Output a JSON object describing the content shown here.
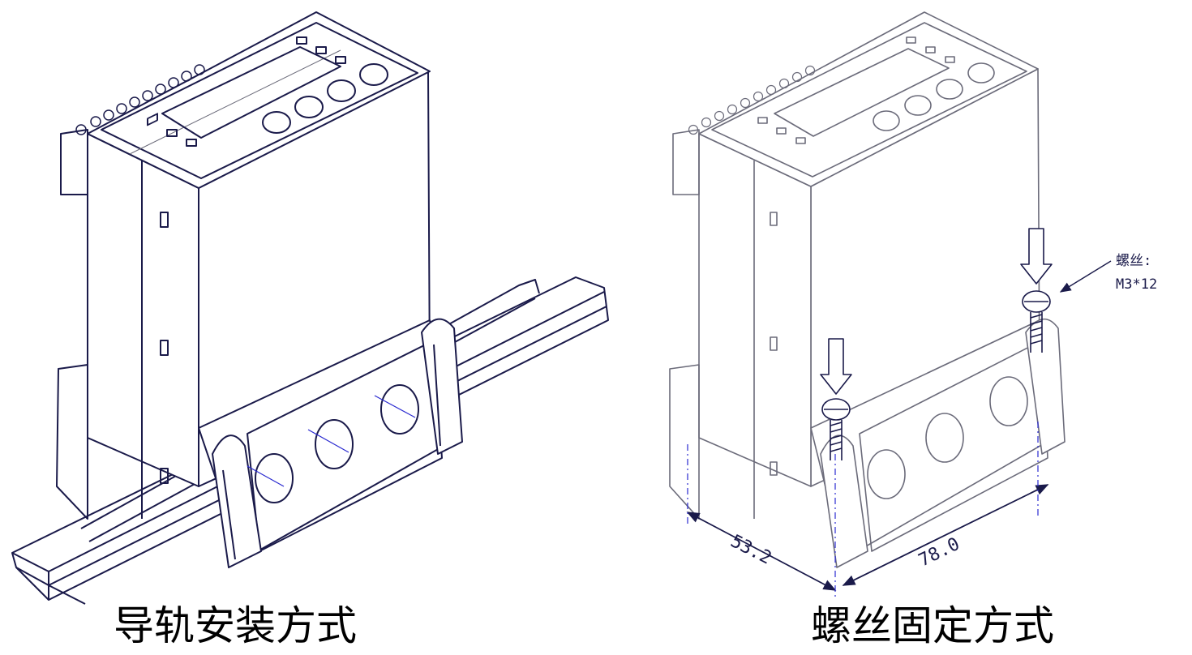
{
  "figures": [
    {
      "caption": "导轨安装方式"
    },
    {
      "caption": "螺丝固定方式",
      "screw_label_line1": "螺丝:",
      "screw_label_line2": "M3*12",
      "dimension_depth": "53.2",
      "dimension_width": "78.0"
    }
  ],
  "colors": {
    "line": "#1a1a4a",
    "light_line": "#6b6b7a",
    "dim_blue": "#2a2ad0",
    "text": "#000000"
  },
  "icons": [
    "arrow-down-icon",
    "screw-icon"
  ]
}
